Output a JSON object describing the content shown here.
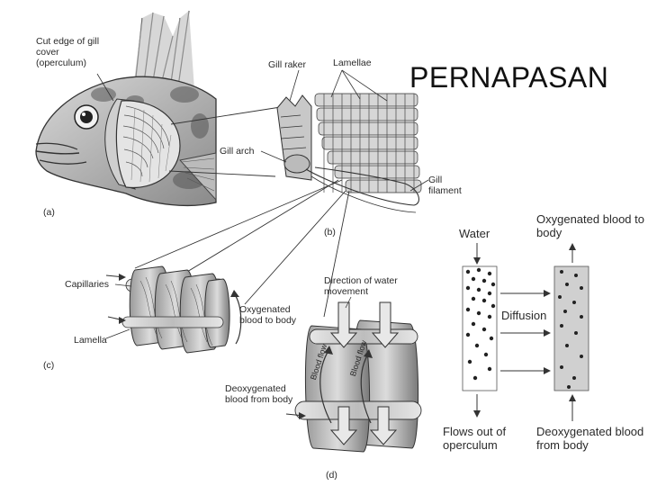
{
  "title": "PERNAPASAN",
  "panel_a": {
    "panel_label": "(a)",
    "operculum_label": "Cut edge of gill cover (operculum)"
  },
  "panel_b": {
    "panel_label": "(b)",
    "gill_raker": "Gill raker",
    "lamellae": "Lamellae",
    "gill_arch": "Gill arch",
    "gill_filament": "Gill filament"
  },
  "panel_c": {
    "panel_label": "(c)",
    "capillaries": "Capillaries",
    "lamella": "Lamella",
    "oxygenated": "Oxygenated blood to body"
  },
  "panel_d": {
    "panel_label": "(d)",
    "water_direction": "Direction of water movement",
    "deoxygenated": "Deoxygenated blood from body",
    "blood_flow_1": "Blood flow",
    "blood_flow_2": "Blood flow"
  },
  "diffusion_panel": {
    "water": "Water",
    "oxygenated": "Oxygenated blood to body",
    "diffusion": "Diffusion",
    "flows_out": "Flows out of operculum",
    "deoxygenated": "Deoxygenated blood from body"
  }
}
